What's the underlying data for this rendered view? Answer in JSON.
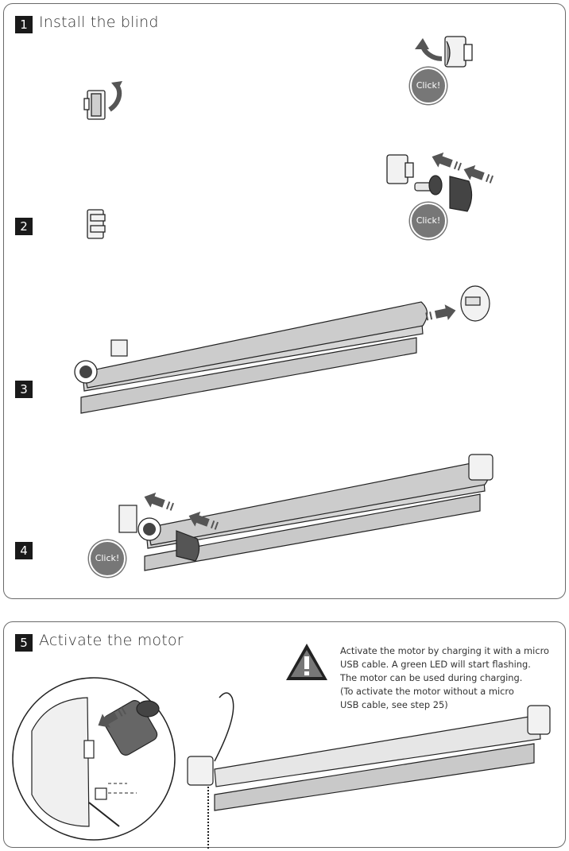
{
  "section1": {
    "num": "1",
    "title": "Install the blind"
  },
  "steps": {
    "s2": "2",
    "s3": "3",
    "s4": "4"
  },
  "click_label": "Click!",
  "section5": {
    "num": "5",
    "title": "Activate the motor",
    "note_lines": [
      "Activate the motor by charging it with a micro",
      "USB cable. A green LED will start flashing.",
      "The motor can be used during charging.",
      "(To activate the motor without a micro",
      "USB cable, see step 25)"
    ]
  },
  "icons": [
    "warning-icon",
    "bracket-icon",
    "arrow-icon",
    "usb-plug-icon",
    "motor-end-cap-icon"
  ],
  "colors": {
    "fabric": "#c9c9c9",
    "dark": "#1a1a1a",
    "arrow": "#555555",
    "badge": "#777777"
  }
}
